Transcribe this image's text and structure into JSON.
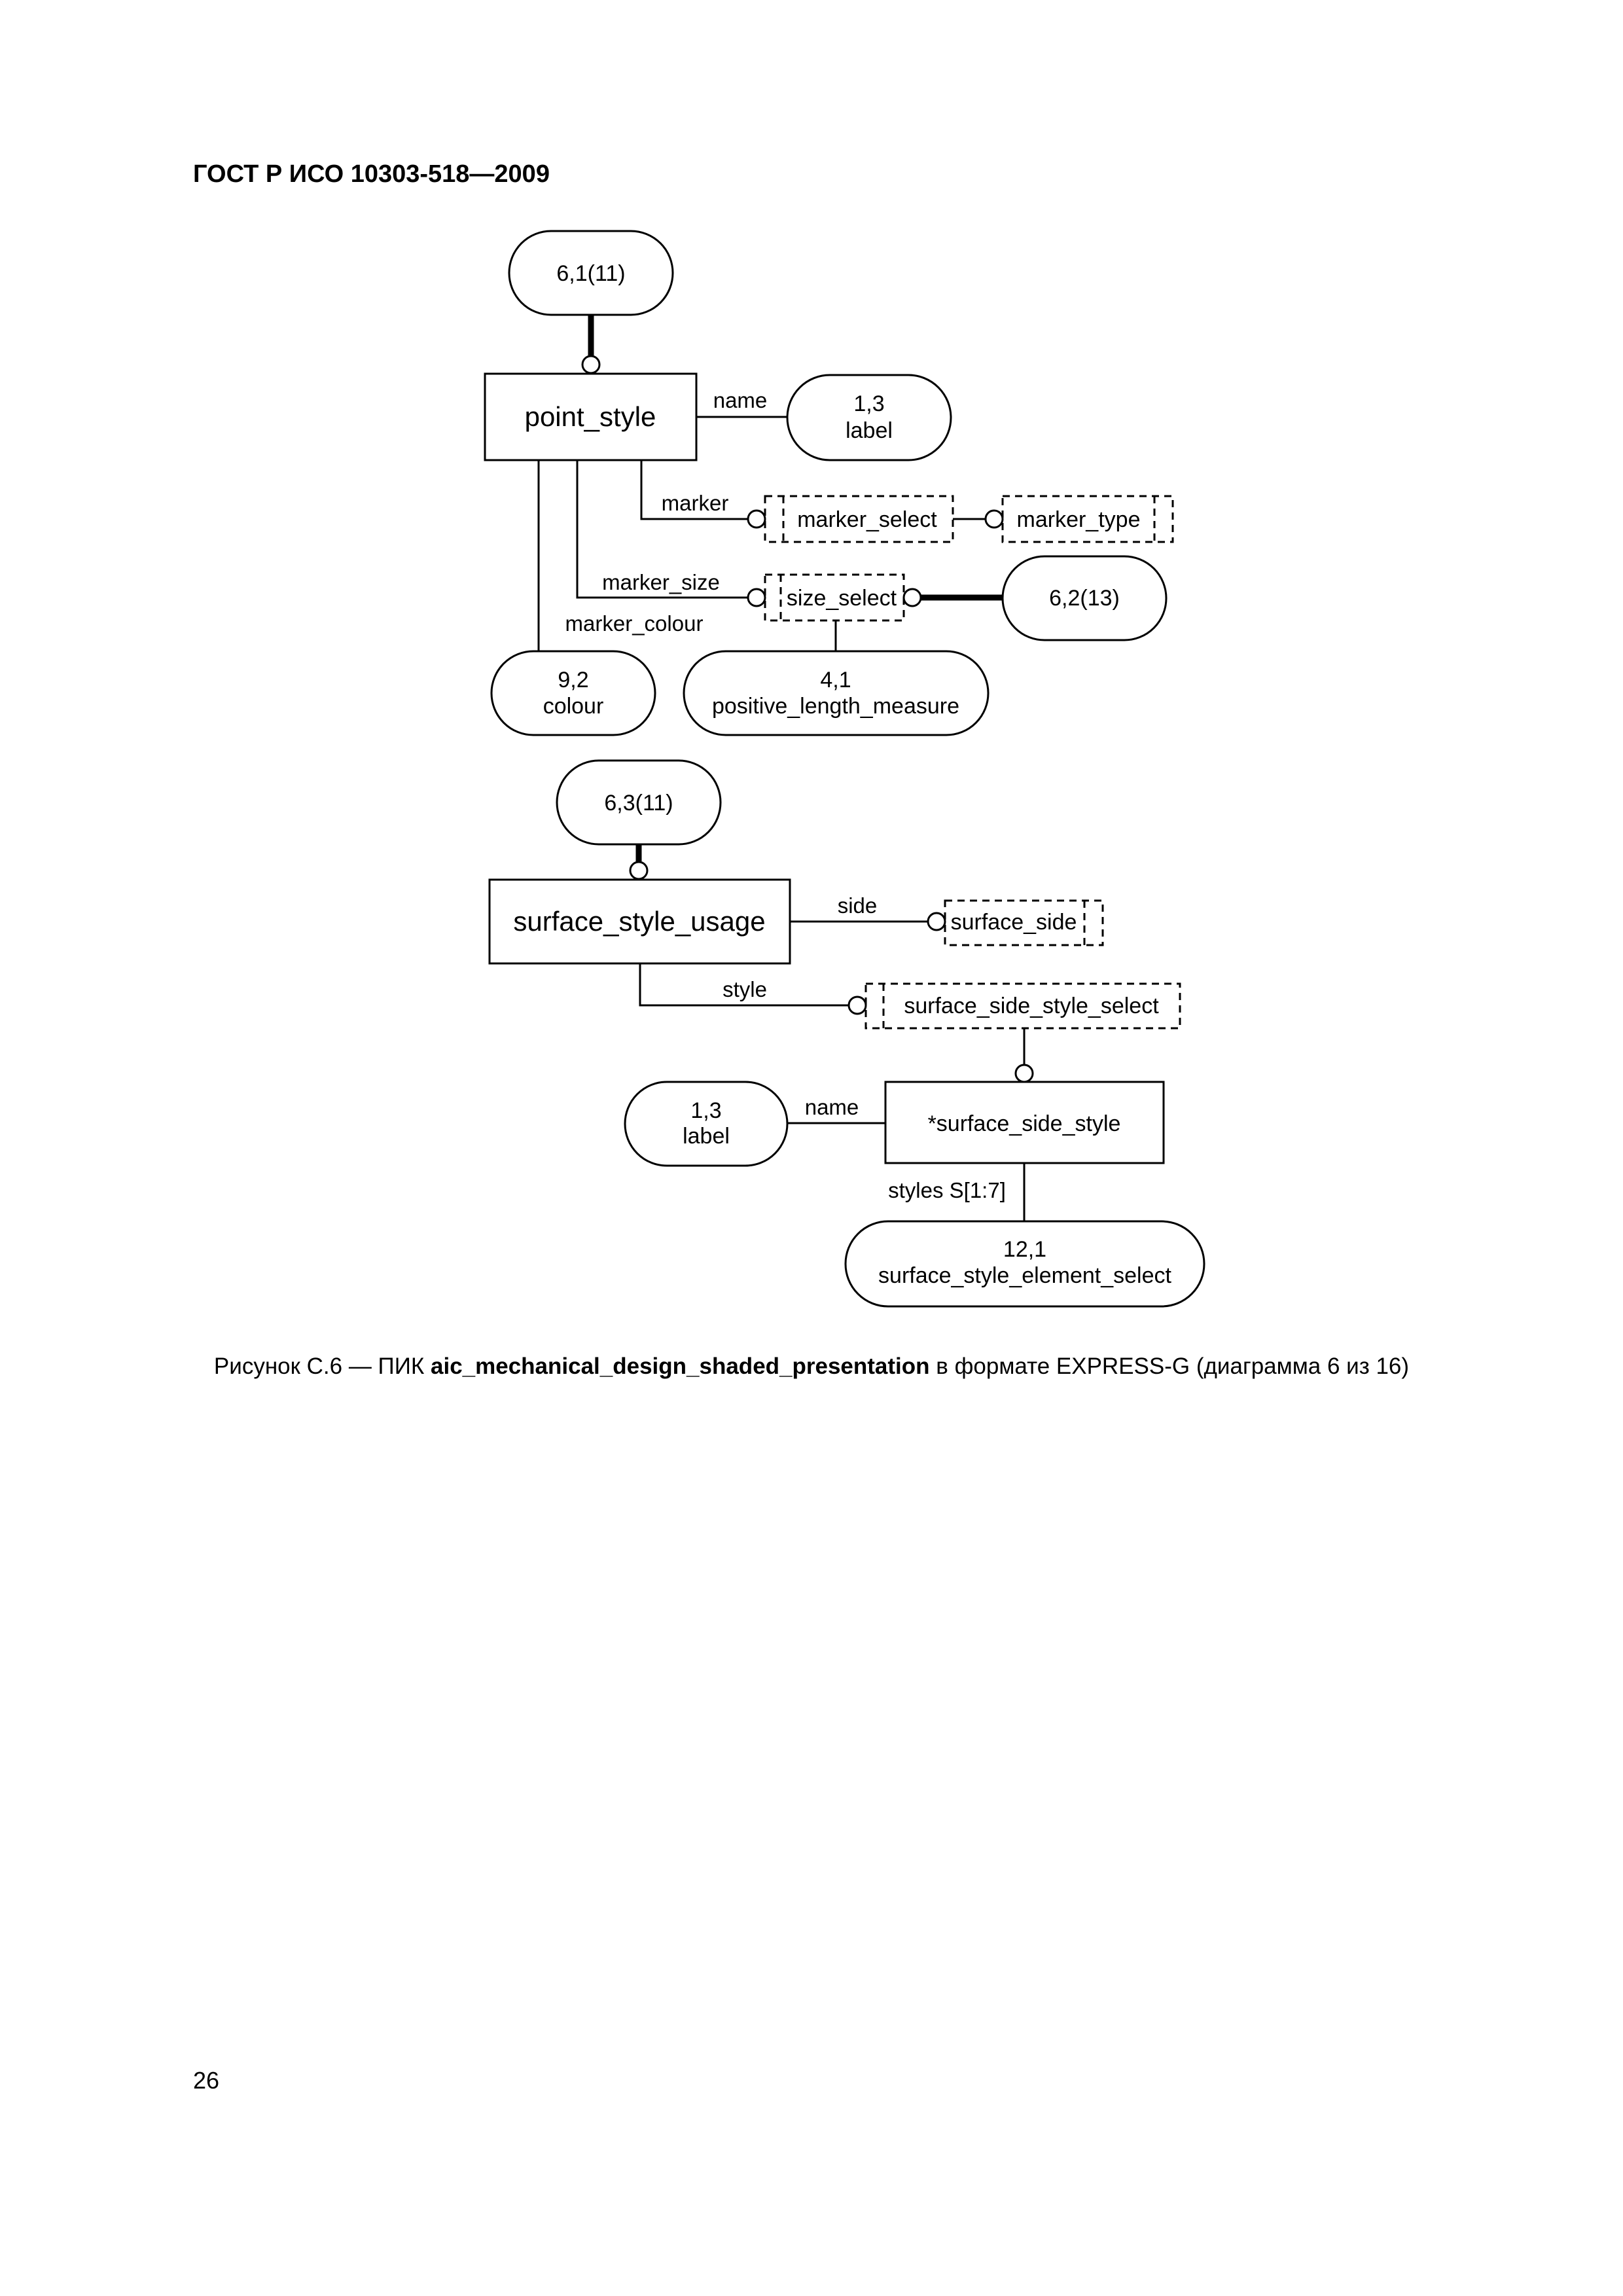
{
  "header": {
    "document_id": "ГОСТ Р ИСО 10303-518—2009"
  },
  "diagram": {
    "refs": {
      "r611": "6,1(11)",
      "r631": "6,3(11)",
      "r6213": "6,2(13)",
      "r13a": {
        "number": "1,3",
        "name": "label"
      },
      "r92": {
        "number": "9,2",
        "name": "colour"
      },
      "r41": {
        "number": "4,1",
        "name": "positive_length_measure"
      },
      "r13b": {
        "number": "1,3",
        "name": "label"
      },
      "r121": {
        "number": "12,1",
        "name": "surface_style_element_select"
      }
    },
    "entities": {
      "point_style": "point_style",
      "surface_style_usage": "surface_style_usage",
      "surface_side_style": "*surface_side_style"
    },
    "types": {
      "marker_select": "marker_select",
      "marker_type": "marker_type",
      "size_select": "size_select",
      "surface_side": "surface_side",
      "surface_side_style_select": "surface_side_style_select"
    },
    "attributes": {
      "name1": "name",
      "marker": "marker",
      "marker_size": "marker_size",
      "marker_colour": "marker_colour",
      "side": "side",
      "style": "style",
      "name2": "name",
      "styles": "styles S[1:7]"
    }
  },
  "caption": {
    "prefix": "Рисунок  С.6 — ПИК ",
    "schema": "aic_mechanical_design_shaded_presentation",
    "suffix": " в формате EXPRESS-G (диаграмма 6 из 16)"
  },
  "page_number": "26"
}
